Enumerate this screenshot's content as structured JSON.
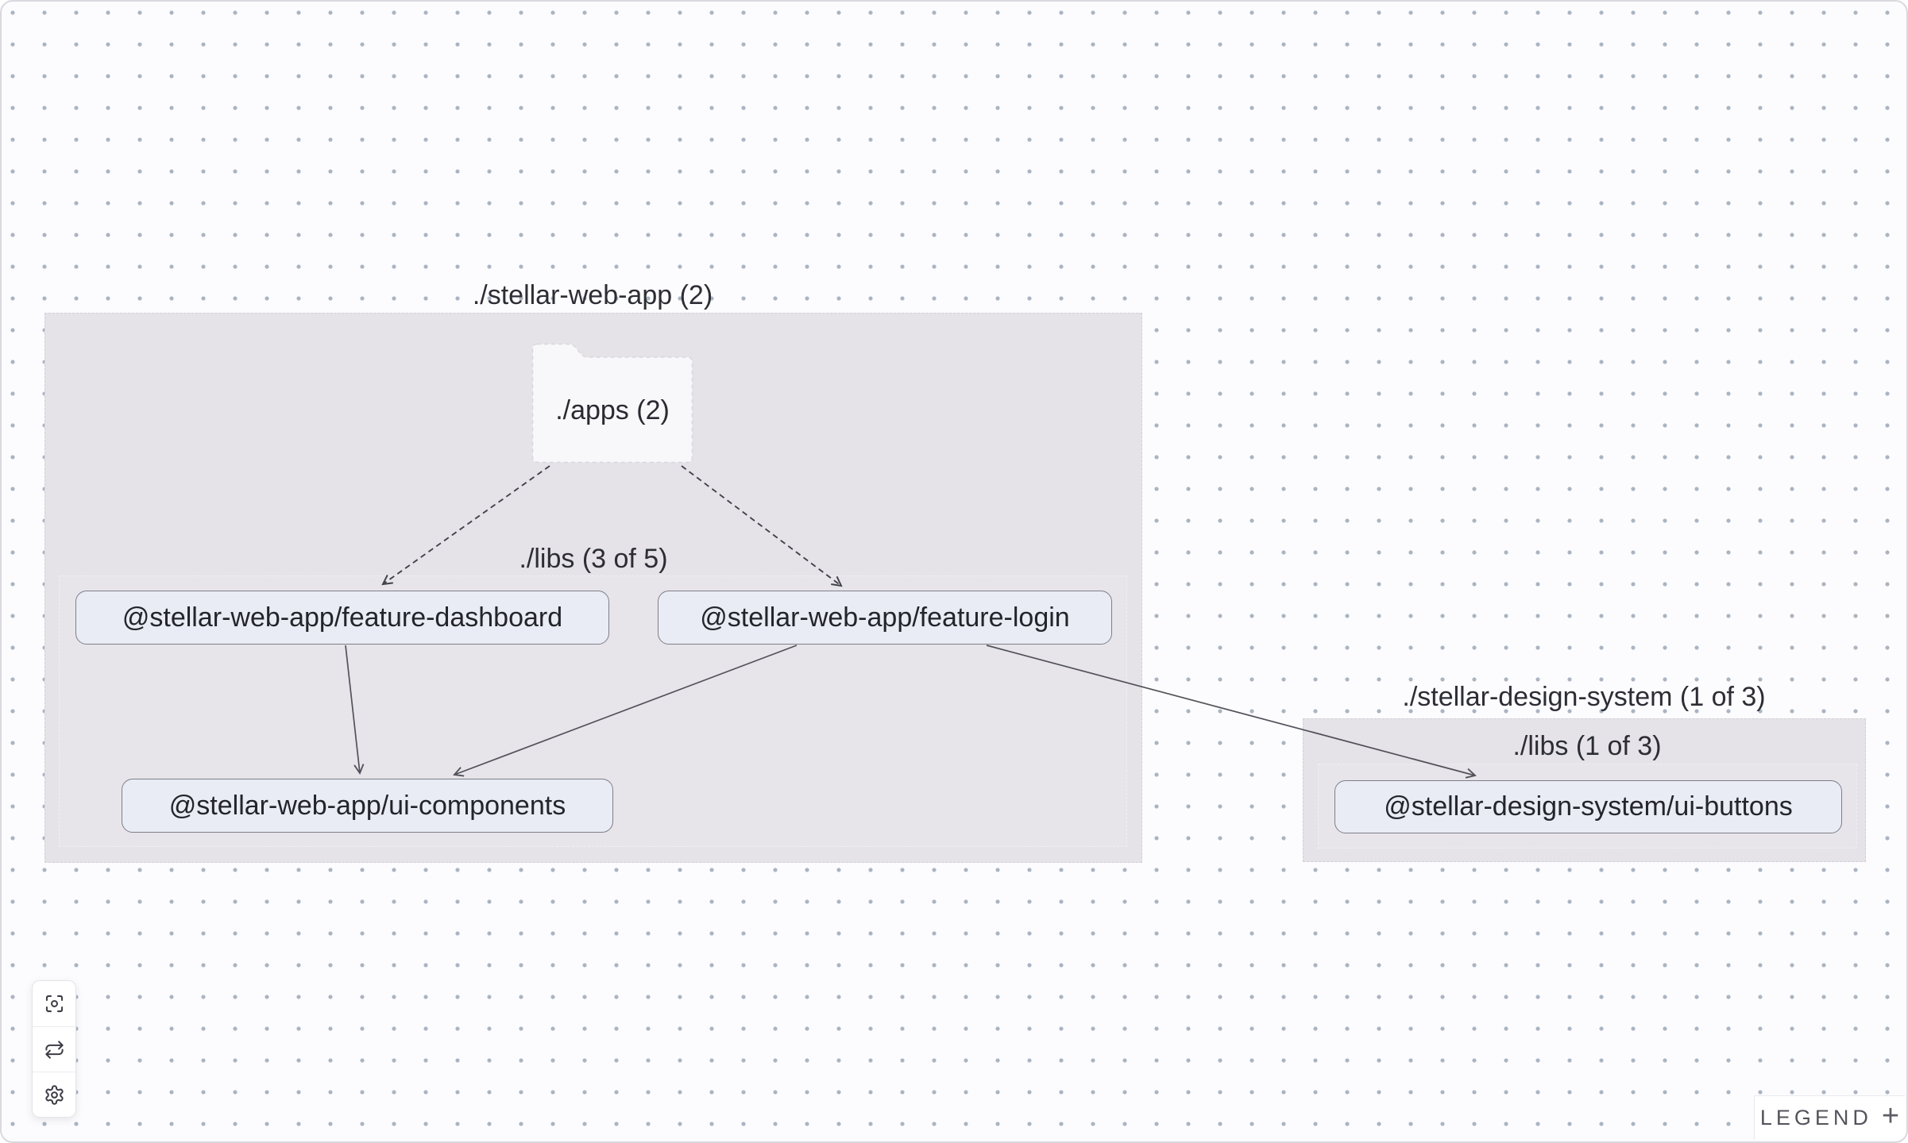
{
  "labels": {
    "group1": "./stellar-web-app (2)",
    "folder": "./apps (2)",
    "subgroup1": "./libs (3 of 5)",
    "node1": "@stellar-web-app/feature-dashboard",
    "node2": "@stellar-web-app/feature-login",
    "node3": "@stellar-web-app/ui-components",
    "group2": "./stellar-design-system (1 of 3)",
    "subgroup2": "./libs (1 of 3)",
    "node4": "@stellar-design-system/ui-buttons"
  },
  "edges": [
    {
      "from": "./apps",
      "to": "@stellar-web-app/feature-dashboard",
      "style": "dashed"
    },
    {
      "from": "./apps",
      "to": "@stellar-web-app/feature-login",
      "style": "dashed"
    },
    {
      "from": "@stellar-web-app/feature-dashboard",
      "to": "@stellar-web-app/ui-components",
      "style": "solid"
    },
    {
      "from": "@stellar-web-app/feature-login",
      "to": "@stellar-web-app/ui-components",
      "style": "solid"
    },
    {
      "from": "@stellar-web-app/feature-login",
      "to": "@stellar-design-system/ui-buttons",
      "style": "solid"
    }
  ],
  "toolbar": {
    "buttons": [
      {
        "name": "center-graph",
        "icon": "focus-icon"
      },
      {
        "name": "refresh-graph",
        "icon": "refresh-icon"
      },
      {
        "name": "settings",
        "icon": "gear-icon"
      }
    ]
  },
  "legend": {
    "label": "LEGEND",
    "plus": "+"
  },
  "colors": {
    "group_fill": "#e5e3e8",
    "subgroup_fill": "#e7e5ea",
    "node_fill": "#e9ecf5",
    "node_border": "#7e7e89",
    "edge_solid": "#52525b",
    "edge_dashed": "#42424b",
    "dot_grid": "#aab4c1"
  }
}
